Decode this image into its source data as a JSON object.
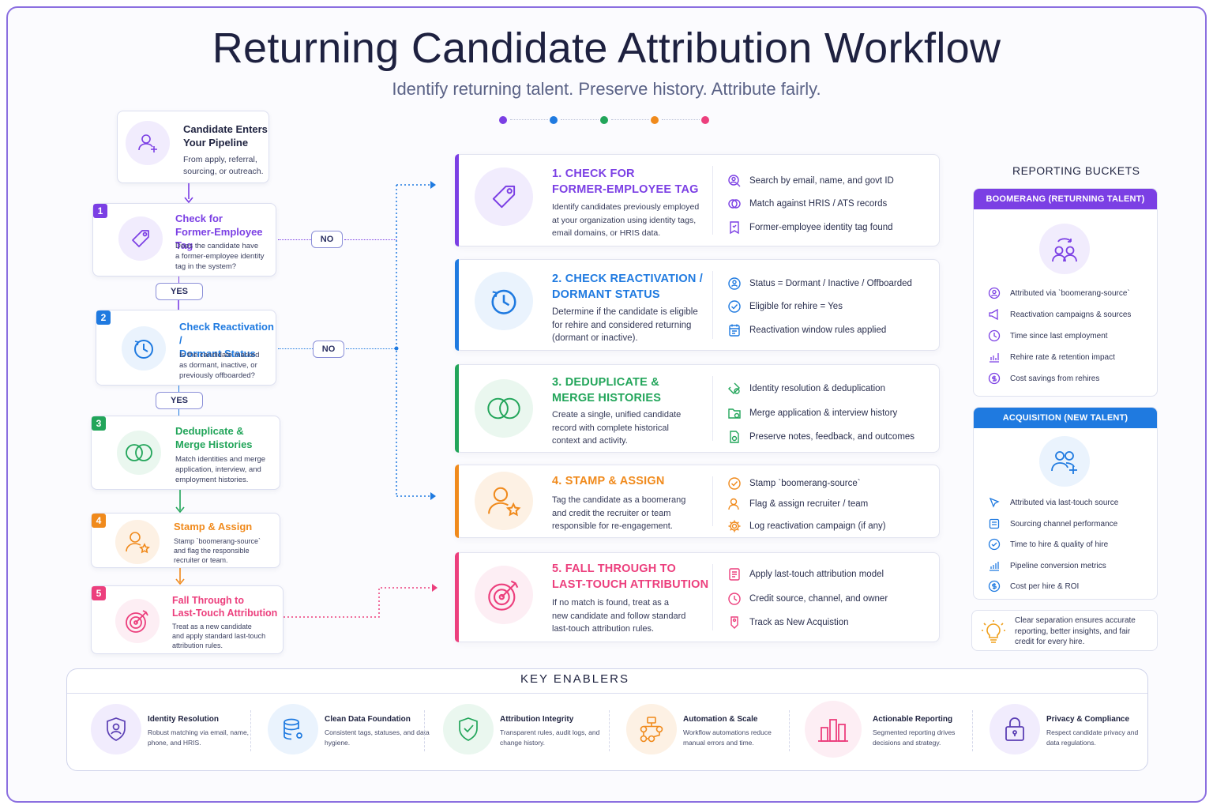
{
  "header": {
    "title": "Returning Candidate Attribution Workflow",
    "subtitle": "Identify returning talent. Preserve history. Attribute fairly.",
    "dot_colors": [
      "#7b3fe4",
      "#1f7ae0",
      "#22a55a",
      "#f08a1c",
      "#ec3f7d"
    ]
  },
  "flow": {
    "entry": {
      "title": "Candidate Enters Your Pipeline",
      "title_l1": "Candidate Enters",
      "title_l2": "Your Pipeline",
      "desc_l1": "From apply, referral,",
      "desc_l2": "sourcing, or outreach.",
      "icon": "user-add-icon"
    },
    "steps": [
      {
        "num": "1",
        "title_l1": "Check for",
        "title_l2": "Former-Employee Tag",
        "desc": [
          "Does the candidate have",
          "a former-employee identity",
          "tag in the system?"
        ],
        "color": "#7b3fe4",
        "icon": "tag-icon"
      },
      {
        "num": "2",
        "title_l1": "Check Reactivation /",
        "title_l2": "Dormant Status",
        "desc": [
          "Is the candidate marked",
          "as dormant, inactive, or",
          "previously offboarded?"
        ],
        "color": "#1f7ae0",
        "icon": "clock-icon"
      },
      {
        "num": "3",
        "title_l1": "Deduplicate &",
        "title_l2": "Merge Histories",
        "desc": [
          "Match identities and merge",
          "application, interview, and",
          "employment histories."
        ],
        "color": "#22a55a",
        "icon": "rings-icon"
      },
      {
        "num": "4",
        "title_l1": "Stamp & Assign",
        "title_l2": "",
        "desc": [
          "Stamp `boomerang-source`",
          "and flag the responsible",
          "recruiter or team."
        ],
        "color": "#f08a1c",
        "icon": "user-star-icon"
      },
      {
        "num": "5",
        "title_l1": "Fall Through to",
        "title_l2": "Last-Touch Attribution",
        "desc": [
          "Treat as a new candidate",
          "and apply standard last-touch",
          "attribution rules."
        ],
        "color": "#ec3f7d",
        "icon": "target-icon"
      }
    ],
    "yes_label": "YES",
    "no_label": "NO"
  },
  "details": [
    {
      "num": "1.",
      "title_l1": "CHECK FOR",
      "title_l2": "FORMER-EMPLOYEE TAG",
      "desc": [
        "Identify candidates previously employed",
        "at your organization using identity tags,",
        "email domains, or HRIS data."
      ],
      "bullets": [
        "Search by email, name, and govt ID",
        "Match against HRIS / ATS records",
        "Former-employee identity tag found"
      ],
      "color": "#7b3fe4"
    },
    {
      "num": "2.",
      "title_l1": "CHECK REACTIVATION /",
      "title_l2": "DORMANT STATUS",
      "desc": [
        "Determine if the candidate is eligible",
        "for rehire and considered returning",
        "(dormant or inactive)."
      ],
      "bullets": [
        "Status = Dormant / Inactive / Offboarded",
        "Eligible for rehire = Yes",
        "Reactivation window rules applied"
      ],
      "color": "#1f7ae0"
    },
    {
      "num": "3.",
      "title_l1": "DEDUPLICATE &",
      "title_l2": "MERGE HISTORIES",
      "desc": [
        "Create a single, unified candidate",
        "record with complete historical",
        "context and activity."
      ],
      "bullets": [
        "Identity resolution & deduplication",
        "Merge application & interview history",
        "Preserve notes, feedback, and outcomes"
      ],
      "color": "#22a55a"
    },
    {
      "num": "4.",
      "title_l1": "STAMP & ASSIGN",
      "title_l2": "",
      "desc": [
        "Tag the candidate as a boomerang",
        "and credit the recruiter or team",
        "responsible for re-engagement."
      ],
      "bullets": [
        "Stamp `boomerang-source`",
        "Flag & assign recruiter / team",
        "Log reactivation campaign (if any)"
      ],
      "color": "#f08a1c"
    },
    {
      "num": "5.",
      "title_l1": "FALL THROUGH TO",
      "title_l2": "LAST-TOUCH ATTRIBUTION",
      "desc": [
        "If no match is found, treat as a",
        "new candidate and follow standard",
        "last-touch attribution rules."
      ],
      "bullets": [
        "Apply last-touch attribution model",
        "Credit source, channel, and owner",
        "Track as New Acquistion"
      ],
      "color": "#ec3f7d"
    }
  ],
  "reporting": {
    "heading": "REPORTING BUCKETS",
    "boomerang": {
      "label": "BOOMERANG (RETURNING TALENT)",
      "color": "#7b3fe4",
      "items": [
        "Attributed via `boomerang-source`",
        "Reactivation campaigns & sources",
        "Time since last employment",
        "Rehire rate & retention impact",
        "Cost savings from rehires"
      ]
    },
    "acquisition": {
      "label": "ACQUISITION (NEW TALENT)",
      "color": "#1f7ae0",
      "items": [
        "Attributed via last-touch source",
        "Sourcing channel performance",
        "Time to hire & quality of hire",
        "Pipeline conversion metrics",
        "Cost per hire & ROI"
      ]
    },
    "tip": "Clear separation ensures accurate reporting, better insights, and fair credit for every hire."
  },
  "enablers": {
    "heading": "KEY ENABLERS",
    "items": [
      {
        "title": "Identity Resolution",
        "desc": "Robust matching via email, name, phone, and HRIS.",
        "color": "#7b3fe4",
        "icon": "shield-user-icon"
      },
      {
        "title": "Clean Data Foundation",
        "desc": "Consistent tags, statuses, and data hygiene.",
        "color": "#1f7ae0",
        "icon": "database-icon"
      },
      {
        "title": "Attribution Integrity",
        "desc": "Transparent rules, audit logs, and change history.",
        "color": "#22a55a",
        "icon": "shield-check-icon"
      },
      {
        "title": "Automation & Scale",
        "desc": "Workflow automations reduce manual errors and time.",
        "color": "#f08a1c",
        "icon": "workflow-icon"
      },
      {
        "title": "Actionable Reporting",
        "desc": "Segmented reporting drives decisions and strategy.",
        "color": "#ec3f7d",
        "icon": "bar-chart-icon"
      },
      {
        "title": "Privacy & Compliance",
        "desc": "Respect candidate privacy and data regulations.",
        "color": "#7b3fe4",
        "icon": "lock-icon"
      }
    ]
  }
}
